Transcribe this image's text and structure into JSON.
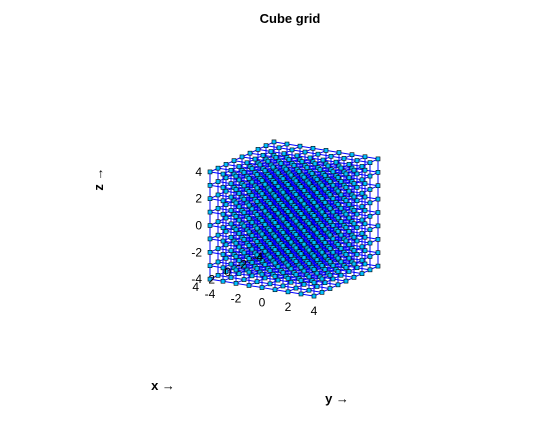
{
  "chart_data": {
    "type": "scatter",
    "subtype": "3d-cube-grid",
    "title": "Cube grid",
    "xlabel": "x →",
    "ylabel": "y →",
    "zlabel": "z →",
    "grid_values": [
      -4,
      -3,
      -2,
      -1,
      0,
      1,
      2,
      3,
      4
    ],
    "xlim": [
      -4,
      4
    ],
    "ylim": [
      -4,
      4
    ],
    "zlim": [
      -4,
      4
    ],
    "x_ticks": [
      "-4",
      "-2",
      "0",
      "2",
      "4"
    ],
    "y_ticks": [
      "-4",
      "-2",
      "0",
      "2",
      "4"
    ],
    "z_ticks": [
      "-4",
      "-2",
      "0",
      "2",
      "4"
    ],
    "line_color": "#0000ff",
    "marker_edge_color": "#000000",
    "marker_face_color": "#00bfff",
    "marker": "square",
    "grid": false,
    "box": false
  }
}
